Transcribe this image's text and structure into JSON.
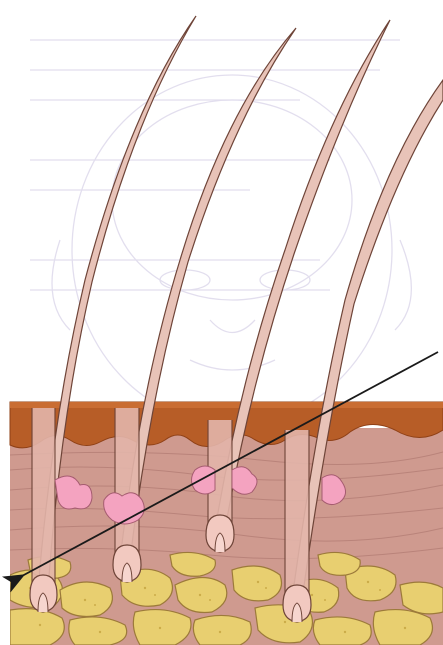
{
  "illustration": {
    "subject": "hair-follicles-in-skin-cross-section",
    "follicle_count": 4,
    "colors": {
      "background": "#ffffff",
      "epidermis": "#b75d27",
      "dermis": "#cf9a8f",
      "dermis_streak": "#b9837a",
      "fat_fill": "#e8cf70",
      "fat_outline": "#9c7a3a",
      "hair_shaft": "#e8c3b8",
      "hair_outline": "#6e4438",
      "sebaceous_gland": "#f4a3c0",
      "arrow": "#1a1a1a",
      "faint_background_sketch": "#dcd7ea"
    },
    "arrow": {
      "icon": "arrow-pointer",
      "direction": "down-left"
    }
  }
}
